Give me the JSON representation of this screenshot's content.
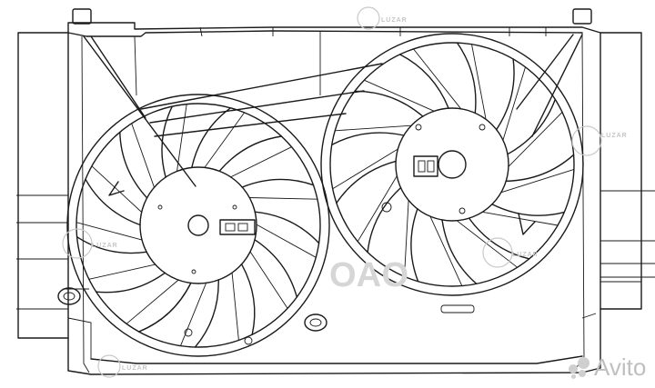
{
  "watermark": {
    "brand_text": "ОАО",
    "small_label": "LUZAR",
    "marketplace": "Avito"
  },
  "icons": {
    "watermark_logo": "luzar-circle-logo",
    "avito_logo": "avito-dots-logo"
  }
}
